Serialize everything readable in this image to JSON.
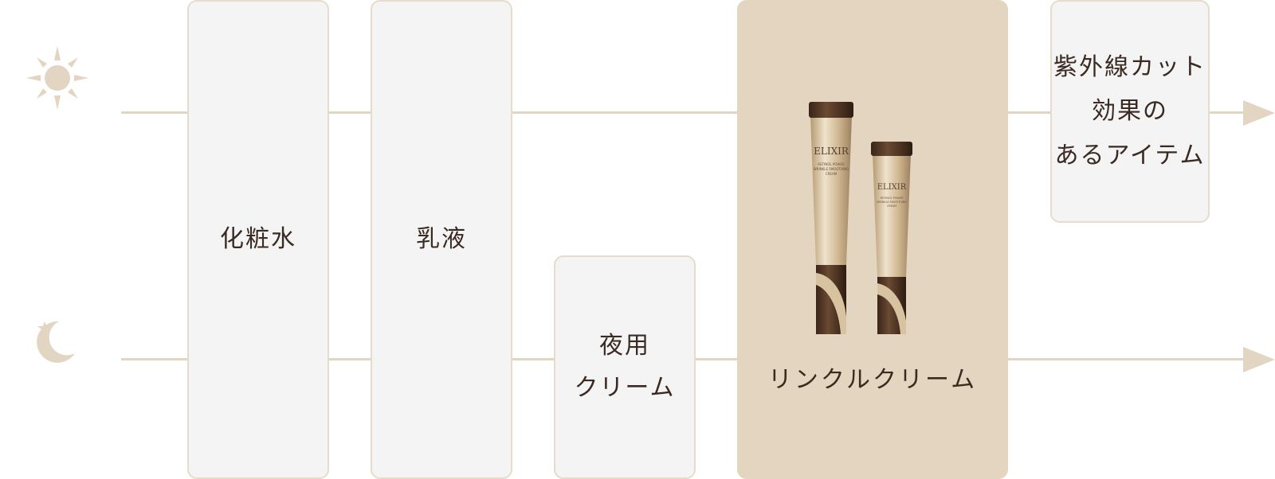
{
  "icons": {
    "morning": "sun-icon",
    "night": "moon-star-icon"
  },
  "colors": {
    "line": "#e2d6c2",
    "box_bg": "#f4f4f4",
    "box_border": "#e7dccb",
    "highlight_bg": "#e3d5bf",
    "text": "#3a2a22",
    "tube": "#c9b28f",
    "cap": "#4a3020"
  },
  "steps": {
    "lotion": "化粧水",
    "emulsion": "乳液",
    "night_cream": "夜用\nクリーム",
    "wrinkle_cream": "リンクルクリーム",
    "uv_item": "紫外線カット\n効果の\nあるアイテム"
  },
  "product": {
    "brand": "ELIXIR",
    "line1": "RETINOL POWER",
    "line2": "WRINKLE SMOOTHING",
    "line3": "CREAM"
  }
}
